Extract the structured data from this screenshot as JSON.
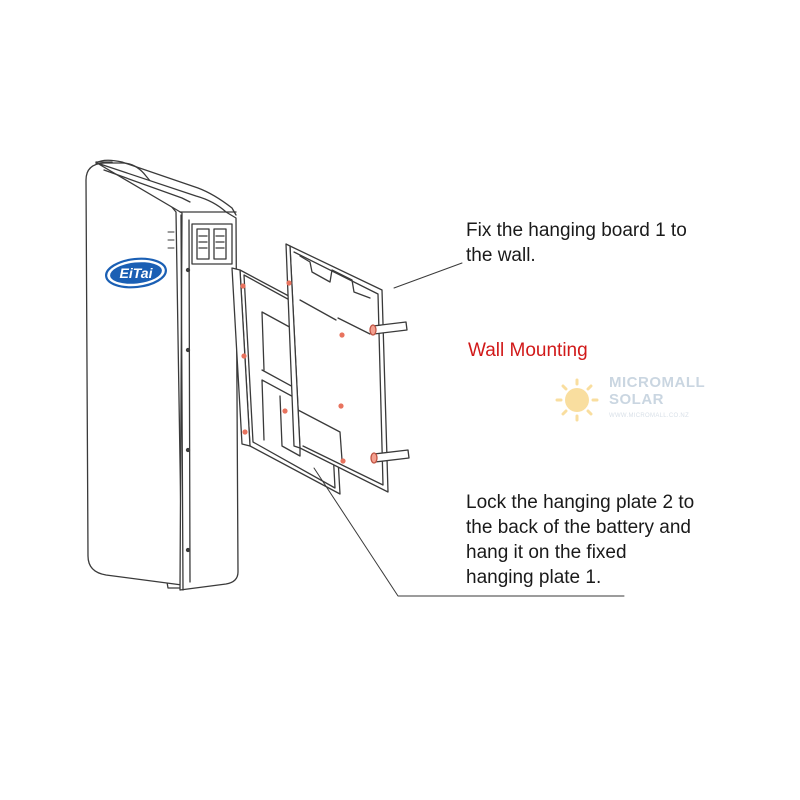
{
  "annotations": {
    "fix_board": "Fix the hanging board 1 to the wall.",
    "fix_board_lines": [
      "Fix the hanging board 1 to",
      "the wall."
    ],
    "section_title": "Wall Mounting",
    "lock_plate_lines": [
      "Lock the hanging plate 2 to",
      "the back of the battery and",
      "hang it on the fixed",
      "hanging plate 1."
    ]
  },
  "battery": {
    "logo_text": "EiTai",
    "logo_color": "#1a5fb4"
  },
  "watermark": {
    "line1": "MICROMALL",
    "line2": "SOLAR",
    "line3": "WWW.MICROMALL.CO.NZ",
    "sun_color": "#f5c451",
    "text_color": "#9fb5c9"
  },
  "colors": {
    "line": "#3a3a3a",
    "screw": "#e8735e",
    "title": "#d11919"
  }
}
